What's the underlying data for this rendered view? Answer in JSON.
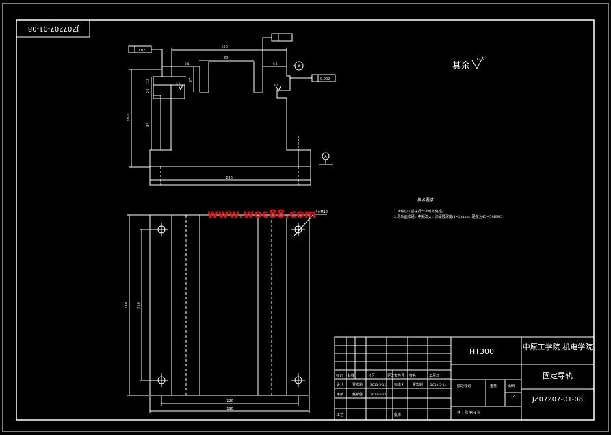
{
  "drawing_no_rotated": "JZ07207-01-08",
  "roughness_rest": {
    "label": "其余",
    "value": "12.5"
  },
  "front_view": {
    "dims": {
      "top_width": "160",
      "slot_width": "80",
      "slot_depth": "37",
      "overall_width": "230",
      "height": "160",
      "left_h1": "13",
      "left_h2": "24",
      "left_h3": "34"
    },
    "roughness": {
      "left": "3.2",
      "right": "3.2",
      "top_left": "0.8",
      "top_right": "0.8"
    },
    "gdt": {
      "flatness_top": "0.02",
      "parallel_right": "0.002",
      "datum_label": "A",
      "datum_b": "B"
    }
  },
  "top_view": {
    "dims": {
      "inner_width": "120",
      "outer_width": "190",
      "height_outer": "230",
      "height_inner": "210",
      "hole_callout": "4×M12"
    }
  },
  "tech_req": {
    "title": "技术要求",
    "items": [
      "1.铸件加工前进行一次时效处理;",
      "2.导轨面淬硬，中频淬火，淬硬层深度(1~2)mm，硬度为45~50HRC"
    ]
  },
  "watermark": "www.woc88.com",
  "title_block": {
    "material": "HT300",
    "school": "中原工学院 机电学院",
    "part_name": "固定导轨",
    "drawing_no": "JZ07207-01-08",
    "scale": "1:2",
    "sheet": "共 1 张    第 4 张",
    "header_row": [
      "标记",
      "处数",
      "分区",
      "更改文件号",
      "签名",
      "年月日"
    ],
    "rows": [
      {
        "role": "设计",
        "name": "贾宏利",
        "date": "2011-5-11",
        "role2": "标准化",
        "name2": "贾宏利",
        "date2": "2011-5-11"
      },
      {
        "role": "审核",
        "name": "赵新佳",
        "date": "2011-5-12"
      },
      {
        "role": "工艺",
        "role2": "批准"
      }
    ],
    "stage_labels": [
      "阶段标记",
      "重量",
      "比例"
    ]
  }
}
